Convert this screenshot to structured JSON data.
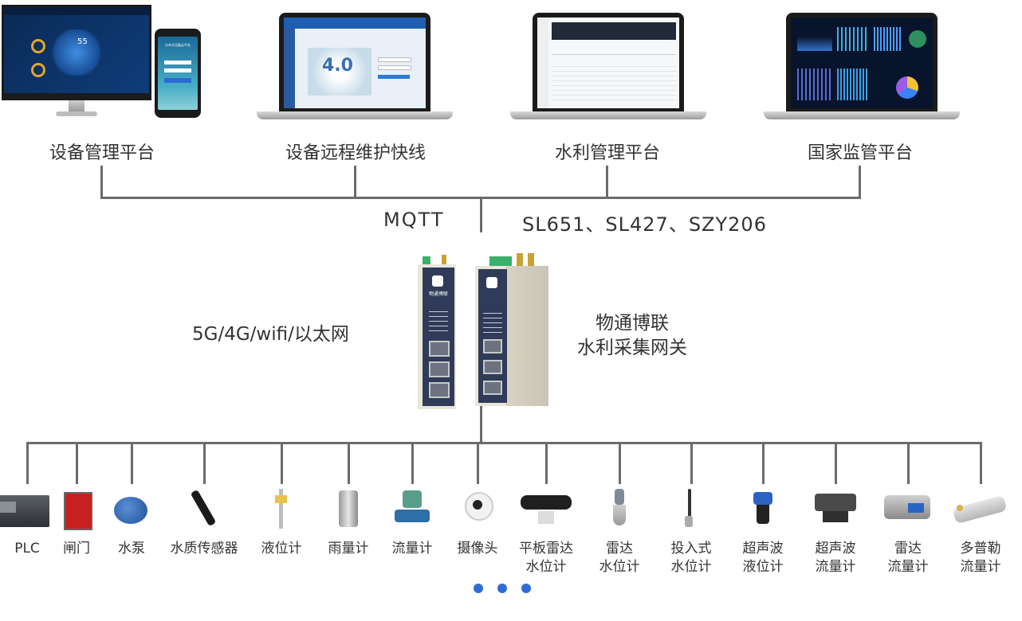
{
  "platforms": [
    {
      "label": "设备管理平台"
    },
    {
      "label": "设备远程维护快线"
    },
    {
      "label": "水利管理平台"
    },
    {
      "label": "国家监管平台"
    }
  ],
  "protocols": {
    "left": "MQTT",
    "right": "SL651、SL427、SZY206"
  },
  "network": "5G/4G/wifi/以太网",
  "gateway": {
    "line1": "物通博联",
    "line2": "水利采集网关",
    "device_brand": "物通博联"
  },
  "screens": {
    "device_mgmt_number": "55",
    "phone_title": "分布式设备云平台",
    "remote_version": "4.0"
  },
  "devices": [
    {
      "line1": "PLC",
      "line2": ""
    },
    {
      "line1": "闸门",
      "line2": ""
    },
    {
      "line1": "水泵",
      "line2": ""
    },
    {
      "line1": "水质传感器",
      "line2": ""
    },
    {
      "line1": "液位计",
      "line2": ""
    },
    {
      "line1": "雨量计",
      "line2": ""
    },
    {
      "line1": "流量计",
      "line2": ""
    },
    {
      "line1": "摄像头",
      "line2": ""
    },
    {
      "line1": "平板雷达",
      "line2": "水位计"
    },
    {
      "line1": "雷达",
      "line2": "水位计"
    },
    {
      "line1": "投入式",
      "line2": "水位计"
    },
    {
      "line1": "超声波",
      "line2": "液位计"
    },
    {
      "line1": "超声波",
      "line2": "流量计"
    },
    {
      "line1": "雷达",
      "line2": "流量计"
    },
    {
      "line1": "多普勒",
      "line2": "流量计"
    }
  ],
  "colors": {
    "line": "#6b6b6b",
    "dot": "#2e6dd8",
    "screen": "#0d2747"
  }
}
